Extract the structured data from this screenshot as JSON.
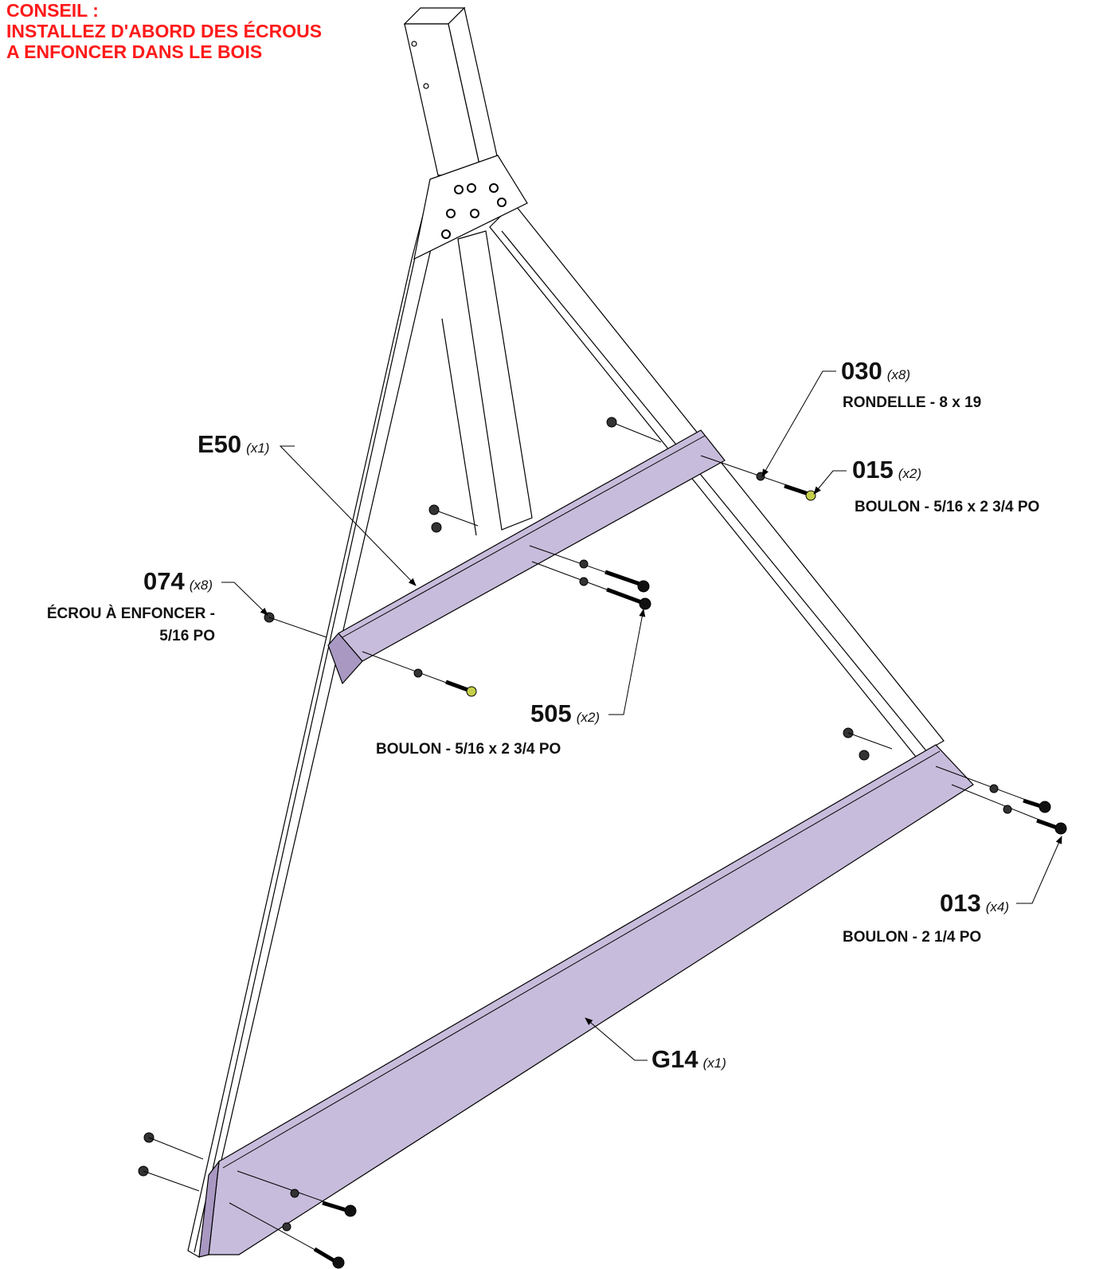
{
  "tip": {
    "line1": "CONSEIL :",
    "line2": "INSTALLEZ D'ABORD DES ÉCROUS",
    "line3": "A ENFONCER DANS LE BOIS"
  },
  "parts": {
    "p030": {
      "code": "030",
      "qty": "(x8)",
      "desc": "RONDELLE - 8 x 19"
    },
    "p015": {
      "code": "015",
      "qty": "(x2)",
      "desc": "BOULON - 5/16 x 2 3/4 PO"
    },
    "pE50": {
      "code": "E50",
      "qty": "(x1)"
    },
    "p074": {
      "code": "074",
      "qty": "(x8)",
      "desc1": "ÉCROU À ENFONCER -",
      "desc2": "5/16 PO"
    },
    "p505": {
      "code": "505",
      "qty": "(x2)",
      "desc": "BOULON - 5/16 x 2 3/4 PO"
    },
    "p013": {
      "code": "013",
      "qty": "(x4)",
      "desc": "BOULON - 2 1/4 PO"
    },
    "pG14": {
      "code": "G14",
      "qty": "(x1)"
    }
  },
  "colors": {
    "tip": "#ff1a1a",
    "board": "#c8bcdc",
    "board_dark": "#a898c2",
    "bolt_head": "#c6cf4a"
  }
}
